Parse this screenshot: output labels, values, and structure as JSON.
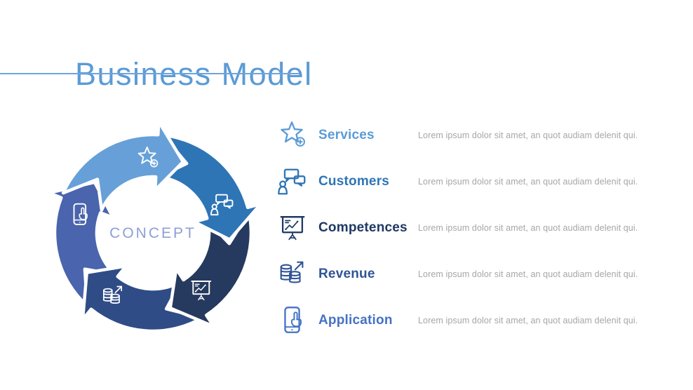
{
  "slide": {
    "title": "Business Model"
  },
  "colors": {
    "background": "#FFFFFF",
    "title": "#5B9BD5",
    "underline": "#6FA3DC",
    "description_text": "#A6A6A6",
    "ring_icon": "#FFFFFF"
  },
  "diagram": {
    "center_label": "CONCEPT",
    "center_label_color": "#8C9FD6",
    "segments": [
      {
        "name": "services",
        "icon": "star-plus",
        "color": "#67A0D8"
      },
      {
        "name": "customers",
        "icon": "chat-person",
        "color": "#2E75B6"
      },
      {
        "name": "competences",
        "icon": "presentation-chart",
        "color": "#26395E"
      },
      {
        "name": "revenue",
        "icon": "coins-arrow",
        "color": "#2F4C86"
      },
      {
        "name": "application",
        "icon": "phone-tap",
        "color": "#4A64AD"
      }
    ]
  },
  "items": [
    {
      "label": "Services",
      "icon": "star-plus",
      "color": "#5B9BD5",
      "description": "Lorem ipsum dolor sit amet, an quot audiam delenit qui."
    },
    {
      "label": "Customers",
      "icon": "chat-person",
      "color": "#2E75B6",
      "description": "Lorem ipsum dolor sit amet, an quot audiam delenit qui."
    },
    {
      "label": "Competences",
      "icon": "presentation-chart",
      "color": "#1F3864",
      "description": "Lorem ipsum dolor sit amet, an quot audiam delenit qui."
    },
    {
      "label": "Revenue",
      "icon": "coins-arrow",
      "color": "#2F5496",
      "description": "Lorem ipsum dolor sit amet, an quot audiam delenit qui."
    },
    {
      "label": "Application",
      "icon": "phone-tap",
      "color": "#4472C4",
      "description": "Lorem ipsum dolor sit amet, an quot audiam delenit qui."
    }
  ]
}
